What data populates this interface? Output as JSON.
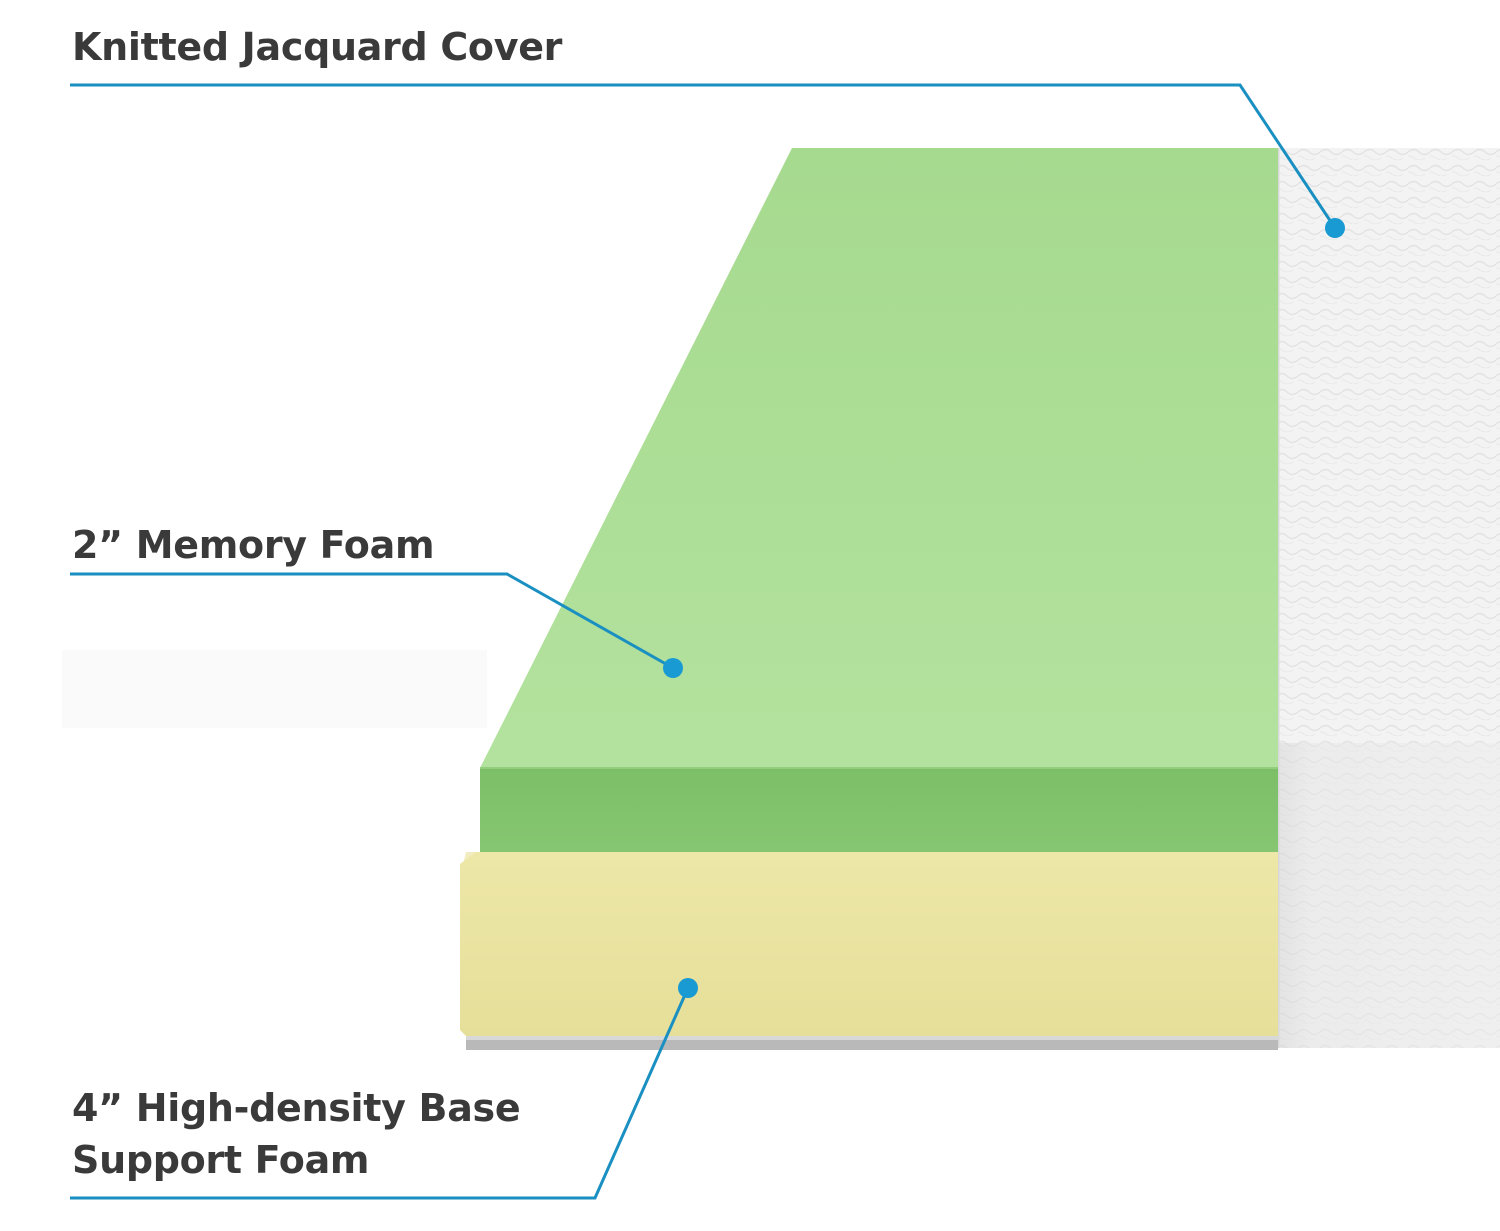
{
  "layers": {
    "cover": {
      "label_lines": [
        "Knitted Jacquard Cover"
      ],
      "fill": "#f2f2f2",
      "side_fill": "#e0e0e0"
    },
    "memory_foam": {
      "label_lines": [
        "2” Memory Foam"
      ],
      "top_fill": "#a9dc92",
      "front_fill": "#7fc06a"
    },
    "base_foam": {
      "label_lines": [
        "4” High-density Base",
        "Support Foam"
      ],
      "front_fill": "#ece6a4",
      "top_fill": "#f1ecbd"
    }
  },
  "colors": {
    "leader_line": "#1a8fc1",
    "marker": "#1a9ad3",
    "label_text": "#3a3a3a"
  }
}
